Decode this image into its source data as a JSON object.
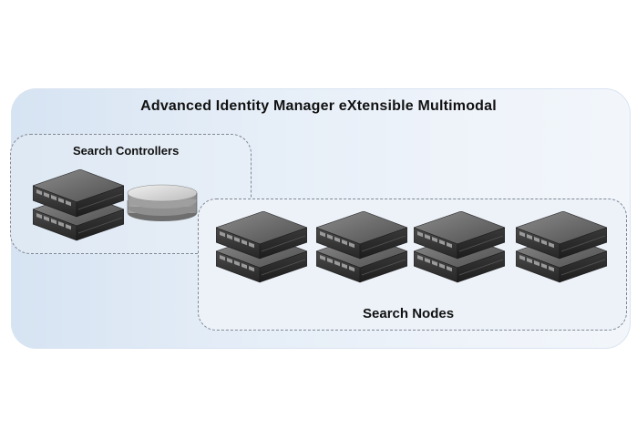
{
  "diagram": {
    "title": "Advanced Identity Manager eXtensible Multimodal",
    "controllers": {
      "label": "Search Controllers",
      "servers": [
        {
          "icon": "server-stack-icon"
        }
      ],
      "storage": {
        "icon": "disk-storage-icon"
      }
    },
    "nodes": {
      "label": "Search Nodes",
      "servers": [
        {
          "icon": "server-stack-icon"
        },
        {
          "icon": "server-stack-icon"
        },
        {
          "icon": "server-stack-icon"
        },
        {
          "icon": "server-stack-icon"
        }
      ]
    }
  },
  "colors": {
    "outer_background": "#e4edf7",
    "group_border": "#7f8893",
    "server_top": "#747474",
    "server_front": "#3a3a3a",
    "disk_top": "#d6d6d6"
  }
}
